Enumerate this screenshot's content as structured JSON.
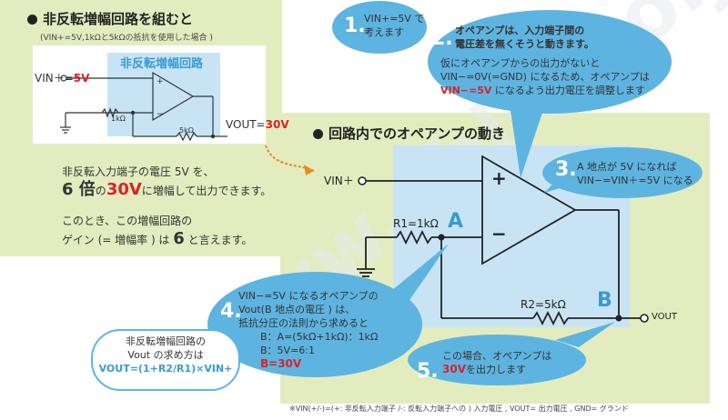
{
  "section1": {
    "title": "非反転増幅回路を組むと",
    "subtitle": "(VIN+=5V,1kΩと5kΩの抵抗を使用した場合 )",
    "circuit_title": "非反転増幅回路",
    "vin_label": "VIN＋=",
    "vin_value": "5V",
    "r1": "1kΩ",
    "r2": "5kΩ",
    "vout_label": "VOUT=",
    "vout_value": "30V",
    "line1": "非反転入力端子の電圧 5V を、",
    "line2_gain": "6 倍",
    "line2_mid": "の",
    "line2_value": "30V",
    "line2_end": "に増幅して出力できます。",
    "line3": "このとき、この増幅回路の",
    "line4_pre": "ゲイン (= 増幅率 ) は",
    "line4_gain": "6",
    "line4_end": "と言えます。"
  },
  "section2": {
    "title": "回路内でのオペアンプの動き",
    "vin_label": "VIN＋",
    "r1_label": "R1=1kΩ",
    "r2_label": "R2=5kΩ",
    "node_a": "A",
    "node_b": "B",
    "vout_label": "VOUT",
    "plus": "+",
    "minus": "−"
  },
  "bubbles": {
    "b1": {
      "num": "1.",
      "line1": "VIN+=5V で",
      "line2": "考えます"
    },
    "b2": {
      "num": "2.",
      "line1": "オペアンプは、入力端子間の",
      "line2": "電圧差を無くそうと動きます。",
      "line3": "仮にオペアンプからの出力がないと",
      "line4": "VIN−=0V(=GND) になるため、オペアンプは",
      "line5_red": "VIN−=5V",
      "line5_end": "になるよう出力電圧を調整します"
    },
    "b3": {
      "num": "3.",
      "line1": "A 地点が 5V になれば",
      "line2": "VIN−=VIN＋=5V になる"
    },
    "b4": {
      "num": "4.",
      "line1": "VIN−=5V になるオペアンプの",
      "line2": "Vout(B 地点の電圧 ) は、",
      "line3": "抵抗分圧の法則から求めると",
      "line4": "B：A=(5kΩ+1kΩ)：1kΩ",
      "line5": "B：5V=6:1",
      "line6": "B=30V"
    },
    "b5": {
      "num": "5.",
      "line1": "この場合、オペアンプは",
      "line2_red": "30V",
      "line2_end": "を出力します"
    }
  },
  "formula_box": {
    "line1": "非反転増幅回路の",
    "line2": "Vout の求め方は",
    "line3": "VOUT=(1+R2/R1)×VIN+"
  },
  "watermark": "www.ablic.co.jp",
  "footnote": "※VIN(+/-)=(+: 非反転入力端子 /-: 反転入力端子への ) 入力電圧 , VOUT= 出力電圧 , GND= グランド",
  "colors": {
    "panel": "#e3ecbf",
    "bubble": "#5eb4e0",
    "highlight": "#c8e4f4",
    "red": "#d8232a",
    "orange": "#e98a1f"
  }
}
